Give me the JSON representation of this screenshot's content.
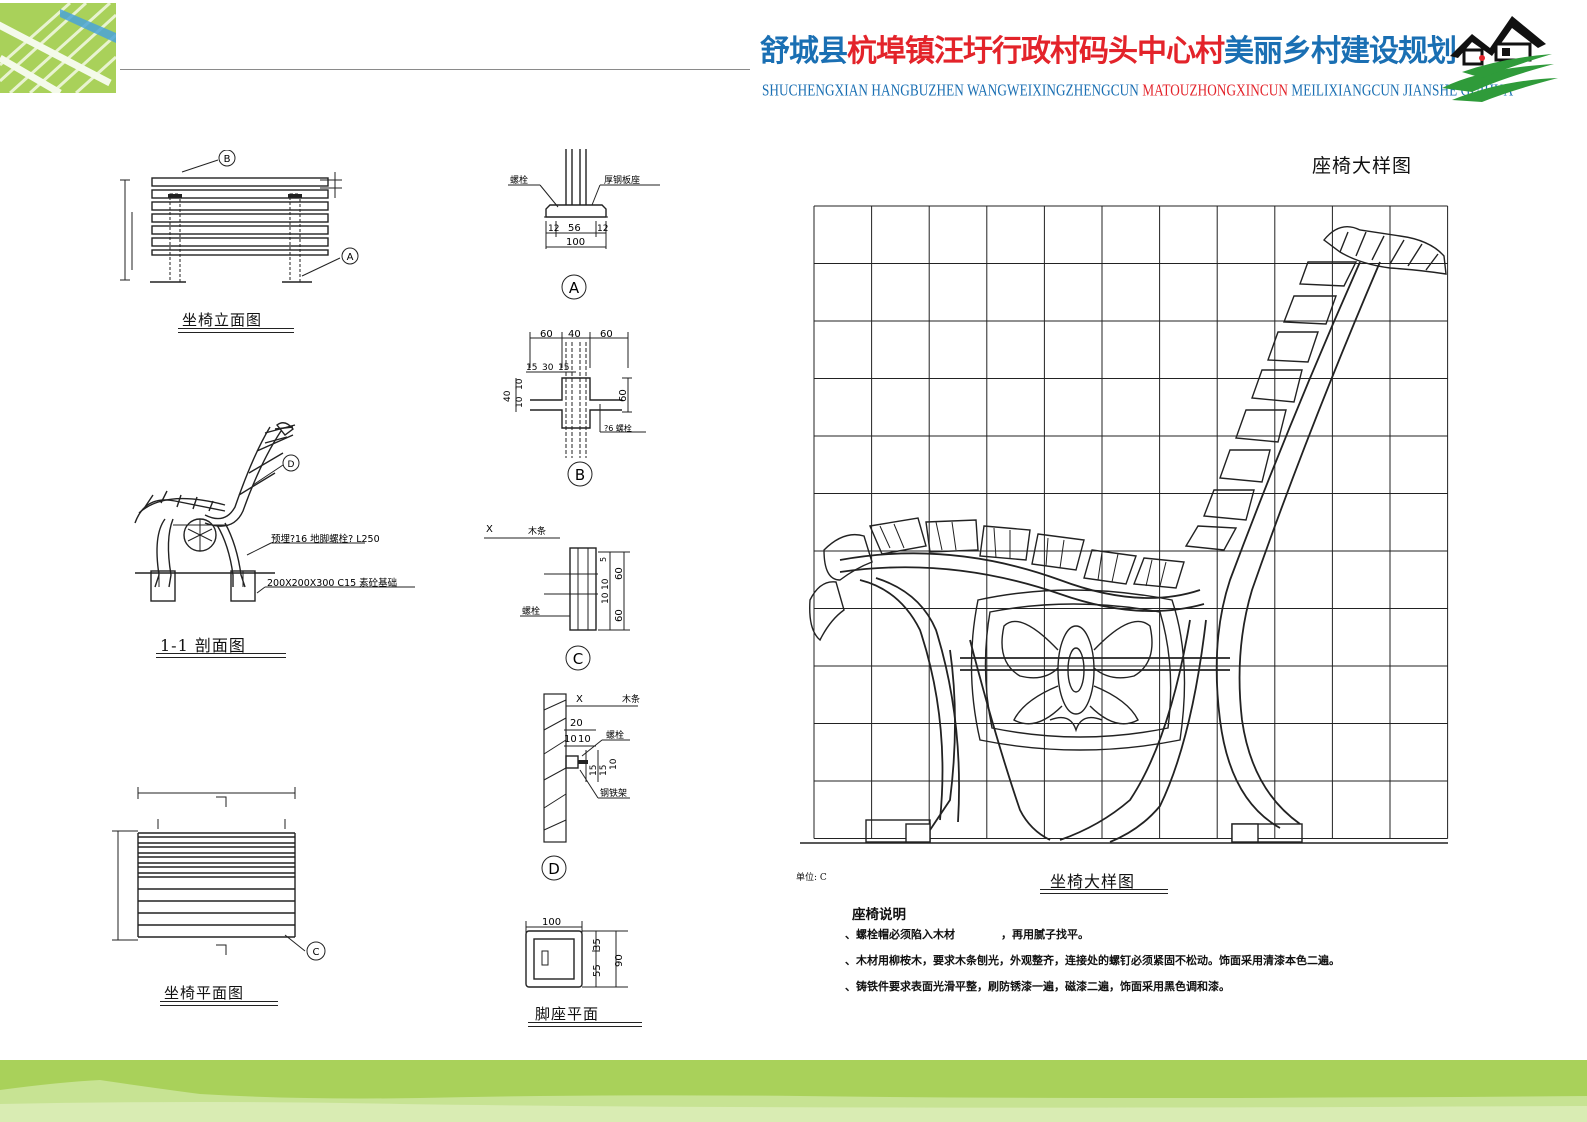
{
  "header": {
    "title_parts": [
      {
        "text": "舒城县",
        "color": "#1a6fb3"
      },
      {
        "text": "杭埠镇汪圩行政村码头中心村",
        "color": "#e3232a"
      },
      {
        "text": "美丽乡村建设规划",
        "color": "#1a6fb3"
      }
    ],
    "subtitle_parts": [
      {
        "text": "SHUCHENGXIAN HANGBUZHEN WANGWEIXINGZHENGCUN ",
        "color": "#1a6fb3"
      },
      {
        "text": "MATOUZHONGXINCUN",
        "color": "#e3232a"
      },
      {
        "text": " MEILIXIANGCUN JIANSHE GUIHUA",
        "color": "#1a6fb3"
      }
    ]
  },
  "colors": {
    "accent_green": "#8dc63f",
    "logo_green": "#2f9b3a",
    "title_blue": "#1a6fb3",
    "title_red": "#e3232a"
  },
  "sheet_title": "座椅大样图",
  "drawings": {
    "elevation": {
      "label": "坐椅立面图",
      "callouts": [
        "B",
        "A"
      ]
    },
    "section": {
      "label": "1-1 剖面图",
      "callout": "D",
      "note_bolt": "预埋?16 地脚螺栓? L250",
      "note_footing": "200X200X300 C15 素砼基础"
    },
    "plan": {
      "label": "坐椅平面图",
      "callout": "C"
    },
    "detail_a": {
      "label": "A",
      "left_note": "螺栓",
      "right_note": "厚钢板座",
      "dims": [
        "12",
        "56",
        "12",
        "100"
      ]
    },
    "detail_b": {
      "label": "B",
      "dims_top": [
        "60",
        "40",
        "60"
      ],
      "dims_mid": [
        "15",
        "30",
        "15"
      ],
      "dims_left": [
        "40",
        "10",
        "10"
      ],
      "dim_right": "60",
      "note": "?6 螺栓"
    },
    "detail_c": {
      "label": "C",
      "top_note": "木条",
      "x_mark": "X",
      "bottom_note": "螺栓",
      "dims": [
        "5",
        "60",
        "10",
        "10",
        "60"
      ]
    },
    "detail_d": {
      "label": "D",
      "x_mark": "X",
      "top_note": "木条",
      "note1": "螺栓",
      "note2": "钢铁架",
      "dims": [
        "20",
        "10",
        "10",
        "15",
        "15",
        "10"
      ]
    },
    "foot_plan": {
      "label": "脚座平面",
      "dims": [
        "100",
        "35",
        "55",
        "90"
      ]
    }
  },
  "large_detail": {
    "caption": "坐椅大样图",
    "unit": "单位: C"
  },
  "notes": {
    "title": "座椅说明",
    "items": [
      "、螺栓帽必须陷入木材            ，再用腻子找平。",
      "、木材用柳桉木，要求木条刨光，外观整齐，连接处的螺钉必须紧固不松动。饰面采用清漆本色二遍。",
      "、铸铁件要求表面光滑平整，刷防锈漆一遍，磁漆二遍，饰面采用黑色调和漆。"
    ]
  }
}
